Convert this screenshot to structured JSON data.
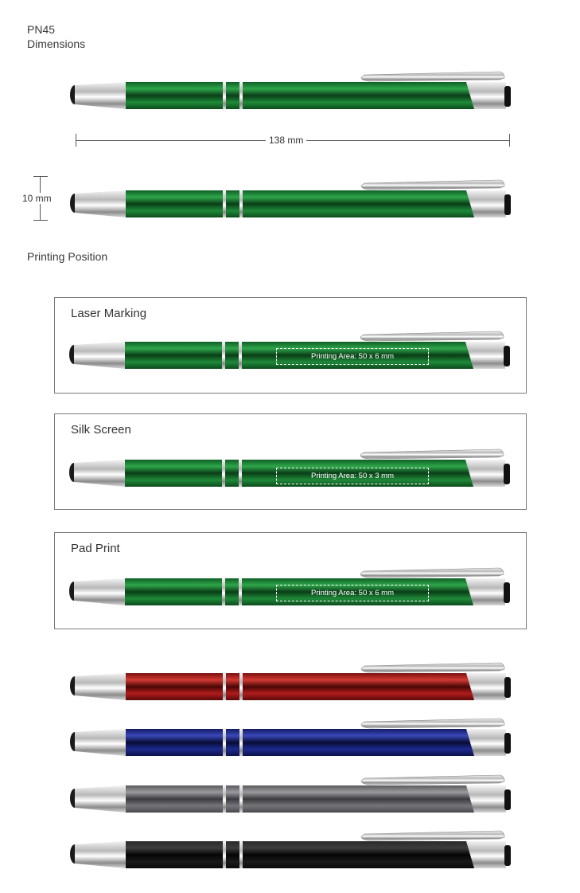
{
  "header": {
    "code": "PN45",
    "subtitle": "Dimensions"
  },
  "dimensions": {
    "length": "138 mm",
    "diameter": "10 mm"
  },
  "section_title": "Printing Position",
  "printing": [
    {
      "method": "Laser Marking",
      "area": "Printing Area: 50 x 6 mm"
    },
    {
      "method": "Silk Screen",
      "area": "Printing Area: 50 x 3 mm"
    },
    {
      "method": "Pad Print",
      "area": "Printing Area: 50 x 6 mm"
    }
  ],
  "colors": {
    "green": "#1f8a3a",
    "red": "#b01c1c",
    "blue": "#1d2a8c",
    "gray": "#76767a",
    "black": "#141414"
  },
  "color_variants": [
    "red",
    "blue",
    "gray",
    "black"
  ]
}
